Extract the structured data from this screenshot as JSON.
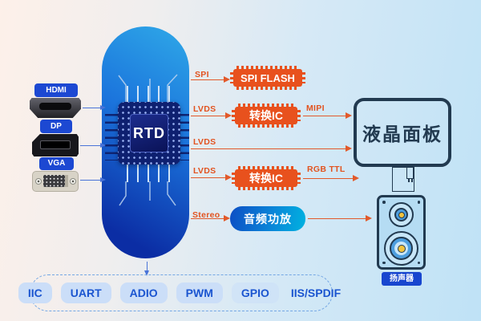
{
  "soc": {
    "chip_label": "RTD"
  },
  "inputs": {
    "hdmi": "HDMI",
    "dp": "DP",
    "vga": "VGA"
  },
  "signals": {
    "spi": "SPI",
    "lvds_1": "LVDS",
    "lvds_2": "LVDS",
    "lvds_3": "LVDS",
    "mipi": "MIPI",
    "rgb_ttl": "RGB TTL",
    "stereo": "Stereo"
  },
  "blocks": {
    "spi_flash": "SPI FLASH",
    "converter_ic_1": "转换IC",
    "converter_ic_2": "转换IC",
    "audio_amp": "音频功放",
    "lcd_panel": "液晶面板",
    "speaker": "扬声器"
  },
  "peripherals": {
    "items": [
      "IIC",
      "UART",
      "ADIO",
      "PWM",
      "GPIO",
      "IIS/SPDIF"
    ]
  },
  "colors": {
    "accent_orange": "#e8511d",
    "royal_blue": "#1c48d2",
    "soc_dark_blue": "#0b2da4",
    "soc_light_blue": "#2fa9e8",
    "panel_navy": "#223a50",
    "arrow_blue": "#4a74d8",
    "speaker_yellow": "#f2c33c"
  }
}
